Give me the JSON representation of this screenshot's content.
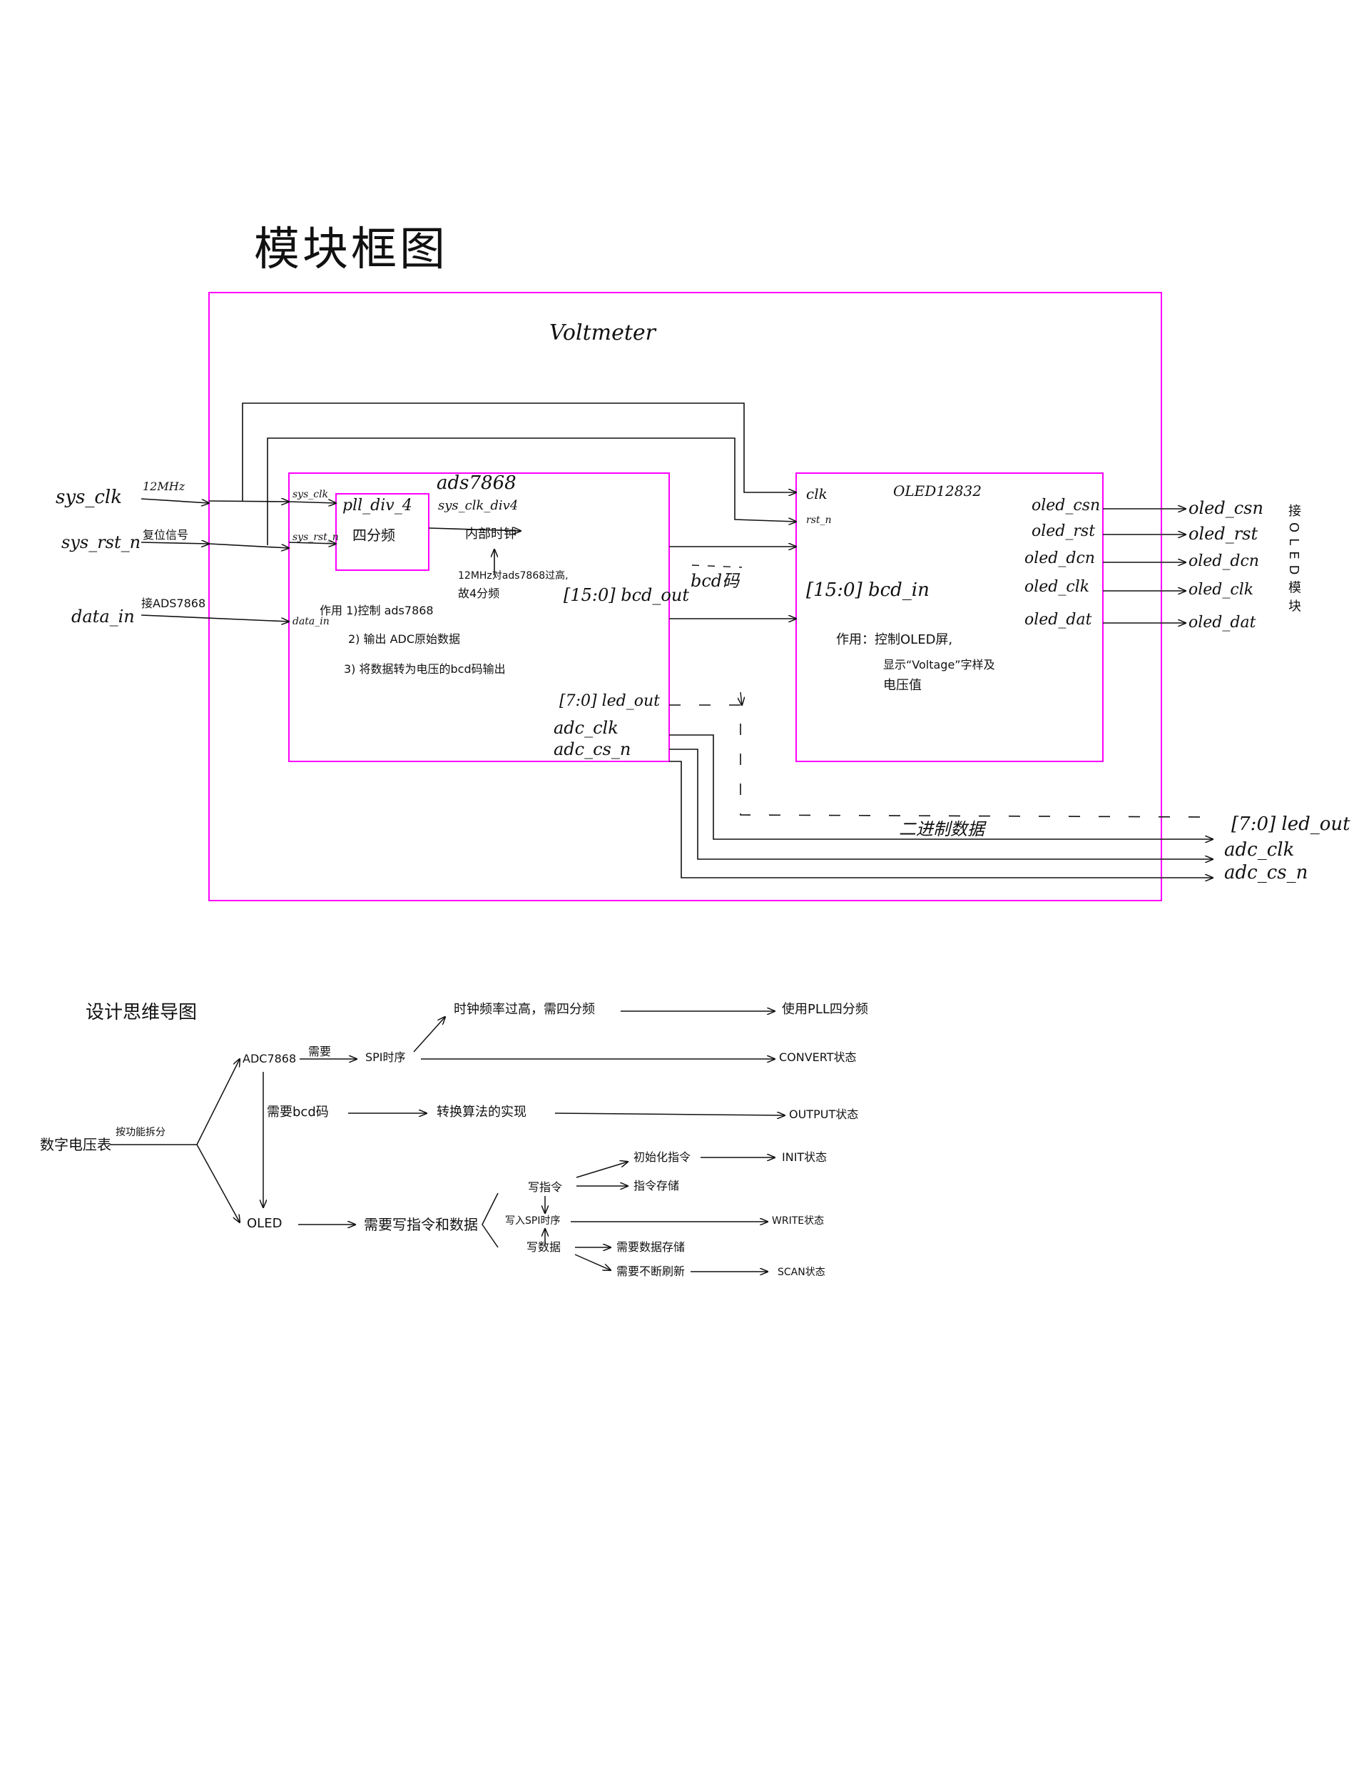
{
  "title": "模块框图",
  "diagram": {
    "top_module": "Voltmeter",
    "inputs": {
      "sys_clk": "sys_clk",
      "sys_clk_note": "12MHz",
      "sys_rst_n": "sys_rst_n",
      "sys_rst_n_note": "复位信号",
      "data_in": "data_in",
      "data_in_note": "接ADS7868"
    },
    "ads": {
      "name": "ads7868",
      "port_sys_clk": "sys_clk",
      "port_sys_rst_n": "sys_rst_n",
      "port_data_in": "data_in",
      "pll_name": "pll_div_4",
      "pll_desc": "四分频",
      "pll_out": "sys_clk_div4",
      "pll_out_note": "内部时钟",
      "clock_note_1": "12MHz对ads7868过高,",
      "clock_note_2": "故4分频",
      "func_1": "作用 1)控制 ads7868",
      "func_2": "2) 输出 ADC原始数据",
      "func_3": "3) 将数据转为电压的bcd码输出",
      "bcd_out": "[15:0] bcd_out",
      "led_out": "[7:0] led_out",
      "adc_clk": "adc_clk",
      "adc_cs_n": "adc_cs_n"
    },
    "link_label": "bcd码",
    "oled": {
      "name": "OLED12832",
      "port_clk": "clk",
      "port_rst_n": "rst_n",
      "bcd_in": "[15:0] bcd_in",
      "func_1": "作用：控制OLED屏,",
      "func_2": "显示“Voltage”字样及",
      "func_3": "电压值",
      "outputs": [
        "oled_csn",
        "oled_rst",
        "oled_dcn",
        "oled_clk",
        "oled_dat"
      ],
      "connect_note": "接OLED模块"
    },
    "outputs": {
      "led_out": "[7:0] led_out",
      "adc_clk": "adc_clk",
      "adc_cs_n": "adc_cs_n",
      "bus_note": "二进制数据"
    }
  },
  "mindmap": {
    "title": "设计思维导图",
    "root": "数字电压表",
    "root_edge": "按功能拆分",
    "adc": "ADC7868",
    "adc_need": "需要",
    "spi": "SPI时序",
    "spi_note": "时钟频率过高，需四分频",
    "pll_use": "使用PLL四分频",
    "convert_state": "CONVERT状态",
    "bcd_need": "需要bcd码",
    "algo": "转换算法的实现",
    "output_state": "OUTPUT状态",
    "oled": "OLED",
    "oled_need": "需要写指令和数据",
    "write_cmd": "写指令",
    "init_cmd": "初始化指令",
    "init_state": "INIT状态",
    "cmd_store": "指令存储",
    "write_spi": "写入SPI时序",
    "write_state": "WRITE状态",
    "write_data": "写数据",
    "data_store": "需要数据存储",
    "refresh": "需要不断刷新",
    "scan_state": "SCAN状态"
  },
  "colors": {
    "box": "#ff00ff",
    "ink": "#111111"
  }
}
